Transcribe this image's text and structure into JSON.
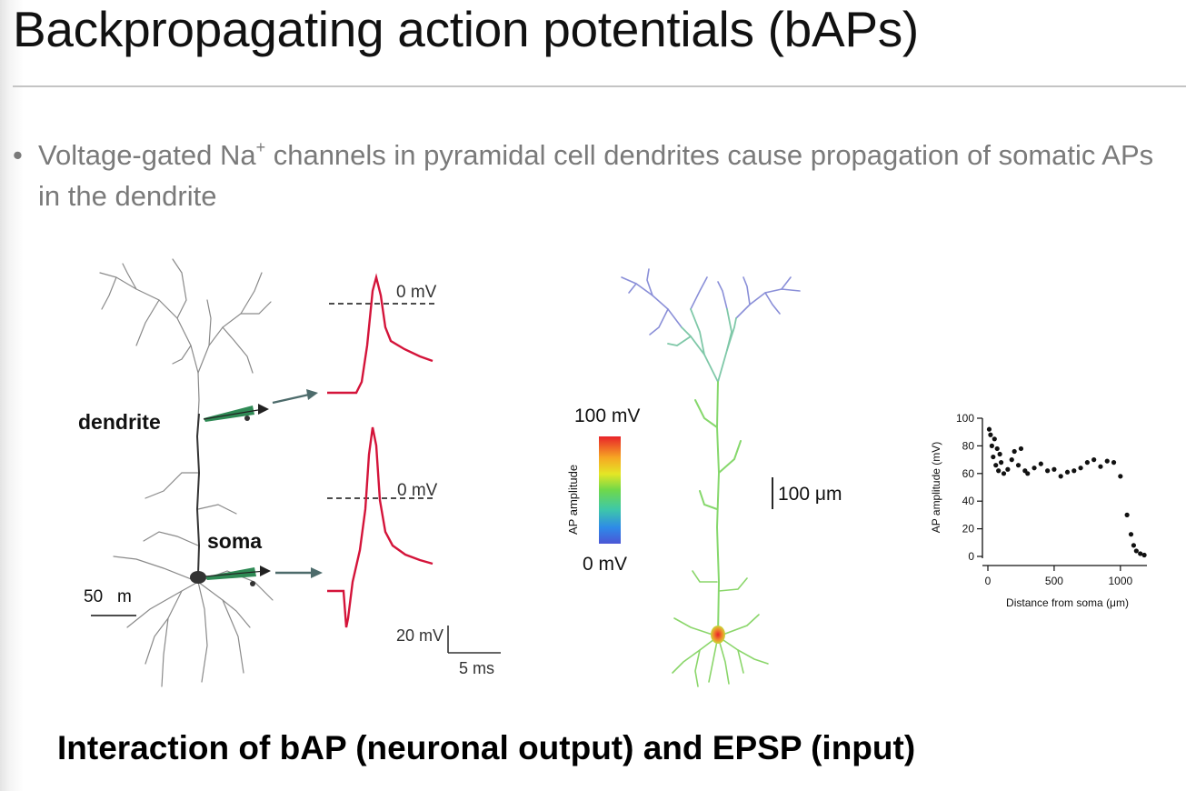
{
  "slide": {
    "title": "Backpropagating action potentials (bAPs)",
    "bullet": {
      "marker": "•",
      "text_before": "Voltage-gated Na",
      "superscript": "+",
      "text_after": " channels in pyramidal cell dendrites cause propagation of somatic APs in the dendrite"
    },
    "footer": "Interaction of bAP (neuronal output) and EPSP (input)"
  },
  "figure_a": {
    "labels": {
      "dendrite": "dendrite",
      "soma": "soma",
      "scale_length": "50   m",
      "zero_mv_top": "0 mV",
      "zero_mv_bottom": "0 mV",
      "scale_voltage": "20 mV",
      "scale_time": "5 ms"
    },
    "colors": {
      "trace": "#d4143a",
      "pipette": "#2f8a55",
      "arrow": "#4d6b6b"
    }
  },
  "figure_b": {
    "colorbar_max": "100 mV",
    "colorbar_min": "0 mV",
    "colorbar_title": "AP amplitude",
    "scale_bar": "100 μm",
    "colorbar_colors": [
      "#e8232a",
      "#f6a823",
      "#e4e626",
      "#6fd84a",
      "#3ec8a8",
      "#2e8ae8",
      "#4b56d6"
    ]
  },
  "chart_data": {
    "type": "scatter",
    "xlabel": "Distance from soma (μm)",
    "ylabel": "AP amplitude (mV)",
    "xlim": [
      0,
      1200
    ],
    "ylim": [
      0,
      100
    ],
    "x_ticks": [
      0,
      500,
      1000
    ],
    "y_ticks": [
      0,
      20,
      40,
      60,
      80,
      100
    ],
    "series": [
      {
        "x": [
          10,
          20,
          30,
          40,
          50,
          60,
          70,
          80,
          90,
          100,
          120,
          150,
          180,
          200,
          230,
          250,
          280,
          300,
          350,
          400,
          450,
          500,
          550,
          600,
          650,
          700,
          750,
          800,
          850,
          900,
          950,
          1000,
          1050,
          1080,
          1100,
          1120,
          1150,
          1180
        ],
        "y": [
          92,
          88,
          80,
          72,
          85,
          66,
          78,
          62,
          74,
          68,
          60,
          63,
          70,
          76,
          66,
          78,
          62,
          60,
          64,
          67,
          62,
          63,
          58,
          61,
          62,
          64,
          68,
          70,
          65,
          69,
          68,
          58,
          30,
          16,
          8,
          4,
          2,
          1
        ]
      }
    ]
  }
}
